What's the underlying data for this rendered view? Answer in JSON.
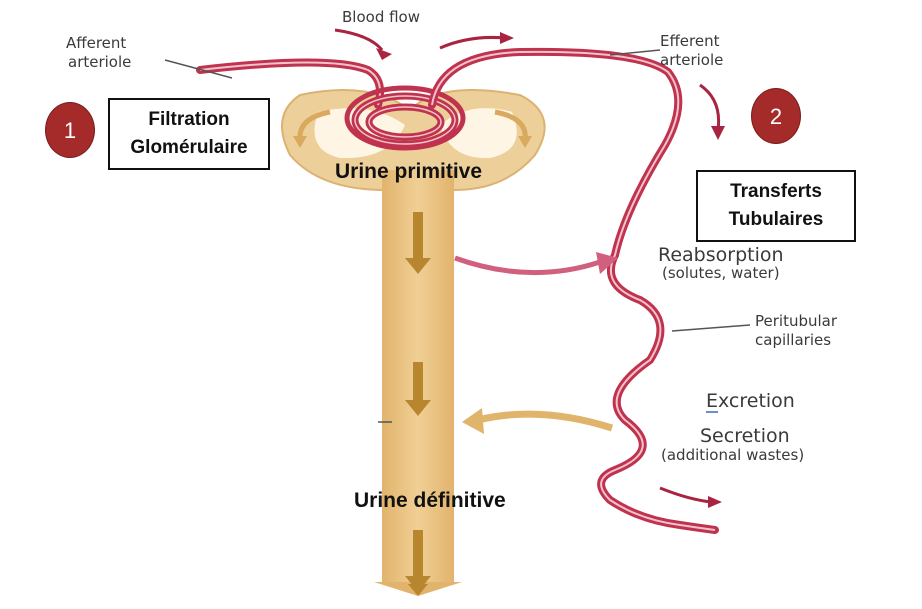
{
  "labels": {
    "blood_flow": "Blood flow",
    "afferent_1": "Afferent",
    "afferent_2": "arteriole",
    "efferent_1": "Efferent",
    "efferent_2": "arteriole",
    "reabsorption": "Reabsorption",
    "reabsorption_sub": "(solutes, water)",
    "peritubular_1": "Peritubular",
    "peritubular_2": "capillaries",
    "excretion": "Excretion",
    "secretion": "Secretion",
    "secretion_sub": "(additional wastes)",
    "urine_primitive": "Urine primitive",
    "urine_definitive": "Urine définitive"
  },
  "steps": [
    {
      "number": "1",
      "line1": "Filtration",
      "line2": "Glomérulaire"
    },
    {
      "number": "2",
      "line1": "Transferts",
      "line2": "Tubulaires"
    }
  ],
  "colors": {
    "vessel": "#c0334e",
    "tubule": "#e8c48a",
    "tubule_dark": "#d9a95e",
    "arrow_down": "#b8862e",
    "reabsorption_arrow": "#d0607e",
    "secretion_arrow": "#e0b46a",
    "step_circle": "#a52a2a"
  }
}
